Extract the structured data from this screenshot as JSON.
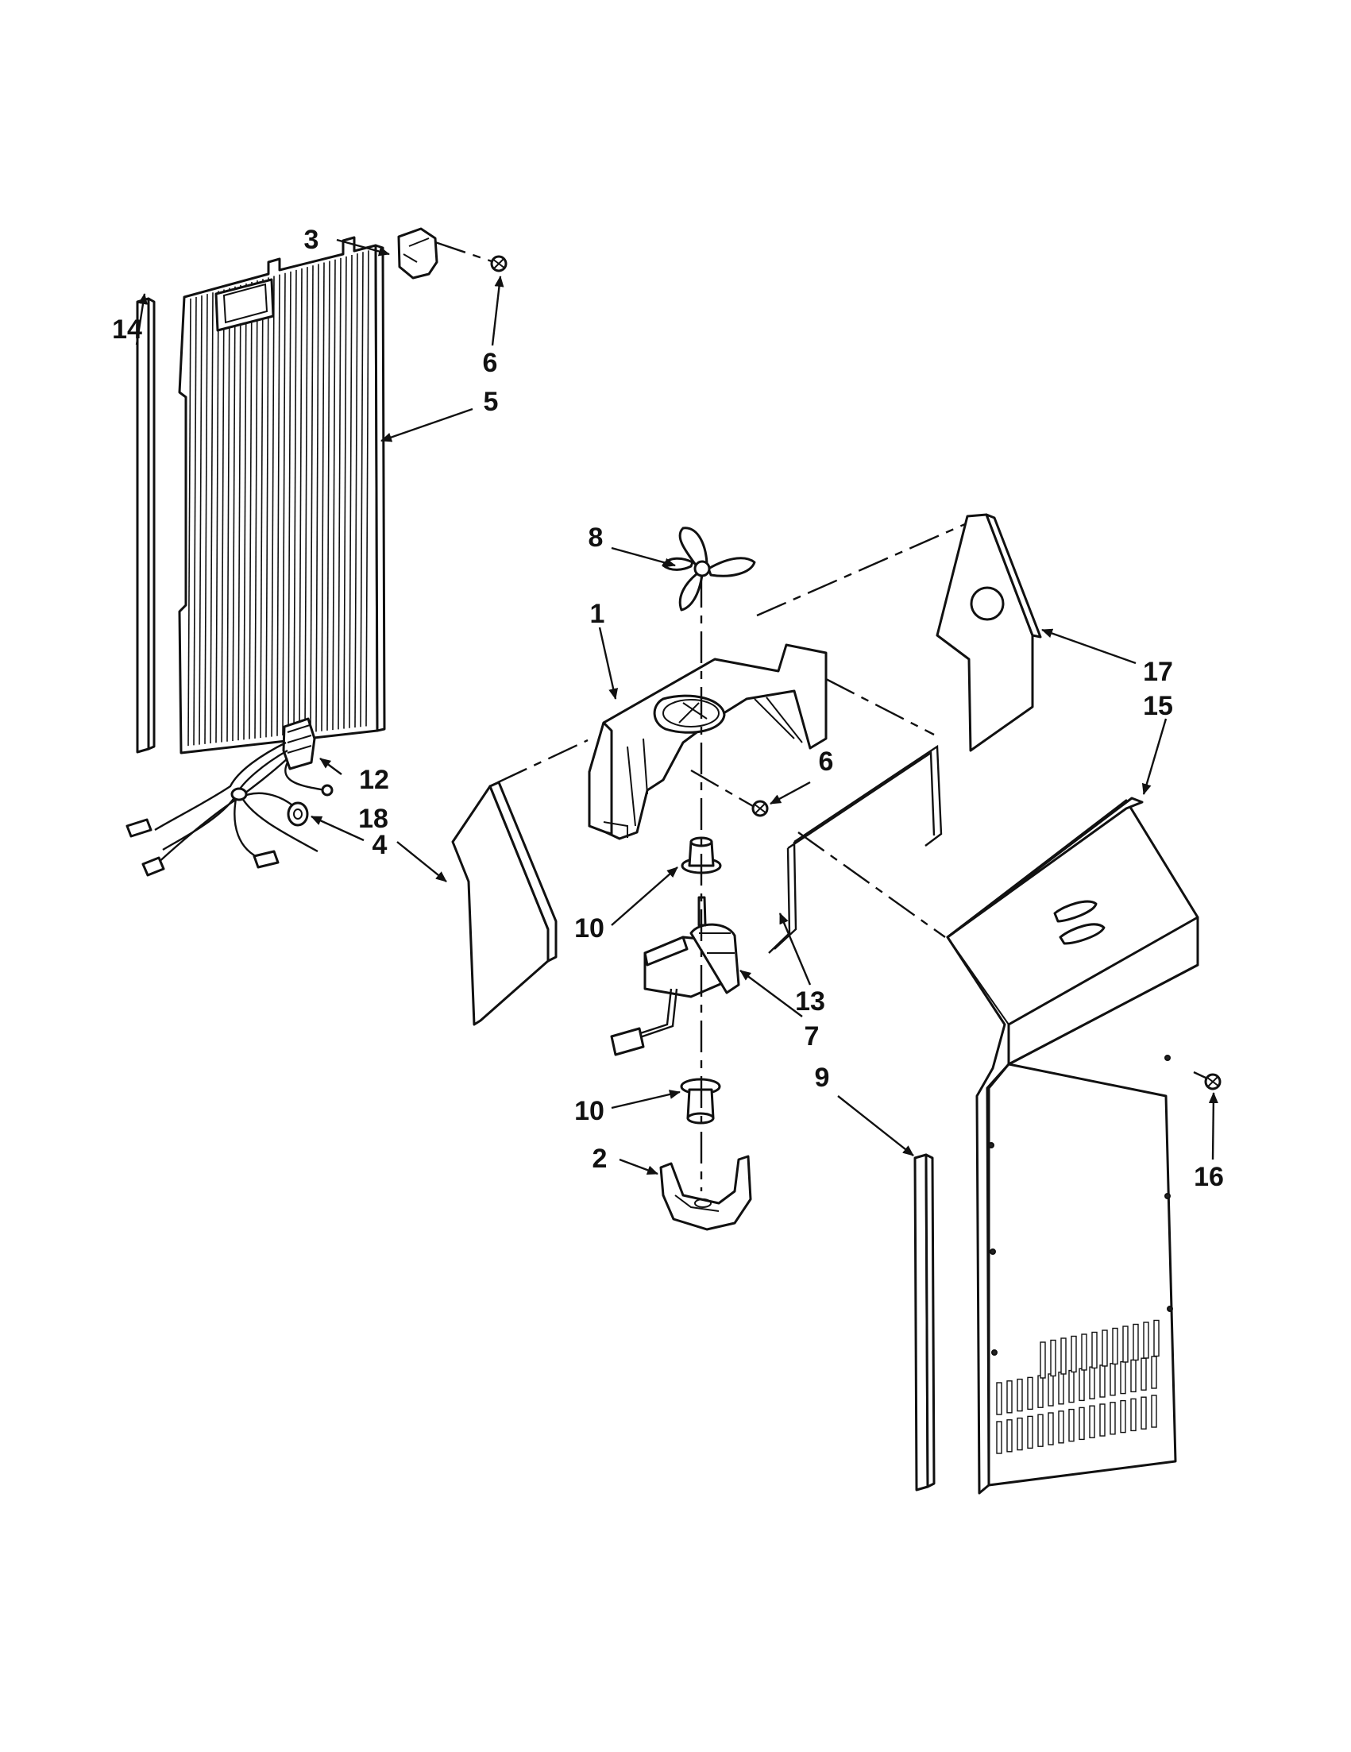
{
  "callouts": {
    "c1": "1",
    "c2": "2",
    "c3": "3",
    "c4": "4",
    "c5": "5",
    "c6a": "6",
    "c6b": "6",
    "c7": "7",
    "c8": "8",
    "c9": "9",
    "c10a": "10",
    "c10b": "10",
    "c12": "12",
    "c13": "13",
    "c14": "14",
    "c15": "15",
    "c16": "16",
    "c17": "17",
    "c18": "18"
  }
}
